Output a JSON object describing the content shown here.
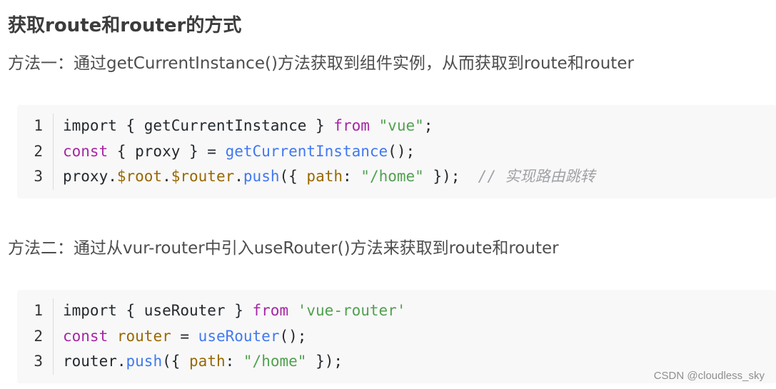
{
  "title": "获取route和router的方式",
  "method1": {
    "text": "方法一：通过getCurrentInstance()方法获取到组件实例，从而获取到route和router"
  },
  "code1": {
    "line_numbers": [
      "1",
      "2",
      "3"
    ],
    "lines": [
      [
        {
          "t": "import",
          "c": ""
        },
        {
          "t": " { getCurrentInstance } ",
          "c": ""
        },
        {
          "t": "from",
          "c": "kw"
        },
        {
          "t": " ",
          "c": ""
        },
        {
          "t": "\"vue\"",
          "c": "str"
        },
        {
          "t": ";",
          "c": ""
        }
      ],
      [
        {
          "t": "const",
          "c": "kw"
        },
        {
          "t": " { proxy } = ",
          "c": ""
        },
        {
          "t": "getCurrentInstance",
          "c": "fn"
        },
        {
          "t": "();",
          "c": ""
        }
      ],
      [
        {
          "t": "proxy.",
          "c": ""
        },
        {
          "t": "$root",
          "c": "var"
        },
        {
          "t": ".",
          "c": ""
        },
        {
          "t": "$router",
          "c": "var"
        },
        {
          "t": ".",
          "c": ""
        },
        {
          "t": "push",
          "c": "fn"
        },
        {
          "t": "({ ",
          "c": ""
        },
        {
          "t": "path",
          "c": "var"
        },
        {
          "t": ": ",
          "c": ""
        },
        {
          "t": "\"/home\"",
          "c": "str"
        },
        {
          "t": " });  ",
          "c": ""
        },
        {
          "t": "// 实现路由跳转",
          "c": "cm"
        }
      ]
    ]
  },
  "method2": {
    "text": "方法二：通过从vur-router中引入useRouter()方法来获取到route和router"
  },
  "code2": {
    "line_numbers": [
      "1",
      "2",
      "3"
    ],
    "lines": [
      [
        {
          "t": "import",
          "c": ""
        },
        {
          "t": " { useRouter } ",
          "c": ""
        },
        {
          "t": "from",
          "c": "kw"
        },
        {
          "t": " ",
          "c": ""
        },
        {
          "t": "'vue-router'",
          "c": "str"
        }
      ],
      [
        {
          "t": "const",
          "c": "kw"
        },
        {
          "t": " ",
          "c": ""
        },
        {
          "t": "router",
          "c": "var"
        },
        {
          "t": " = ",
          "c": ""
        },
        {
          "t": "useRouter",
          "c": "fn"
        },
        {
          "t": "();",
          "c": ""
        }
      ],
      [
        {
          "t": "router.",
          "c": ""
        },
        {
          "t": "push",
          "c": "fn"
        },
        {
          "t": "({ ",
          "c": ""
        },
        {
          "t": "path",
          "c": "var"
        },
        {
          "t": ": ",
          "c": ""
        },
        {
          "t": "\"/home\"",
          "c": "str"
        },
        {
          "t": " });",
          "c": ""
        }
      ]
    ]
  },
  "watermark": "CSDN @cloudless_sky"
}
